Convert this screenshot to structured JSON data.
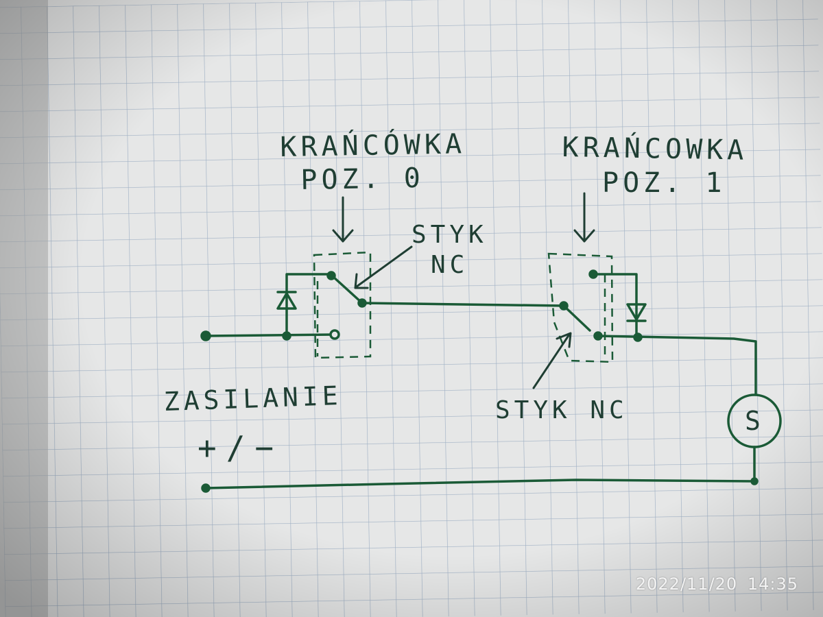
{
  "labels": {
    "switch_left_l1": "KRAŃCÓWKA",
    "switch_left_l2": "POZ. 0",
    "switch_right_l1": "KRAŃCOWKA",
    "switch_right_l2": "POZ. 1",
    "contact_top": "STYK",
    "contact_top_l2": "NC",
    "contact_bottom": "STYK NC",
    "power_l1": "ZASILANIE",
    "power_l2": "+/−",
    "motor": "S"
  },
  "timestamp": "2022/11/20  14:35",
  "colors": {
    "ink": "#1a5a36",
    "paper": "#e6e7e7",
    "grid": "#9fb0c4",
    "text": "#1f3e33"
  }
}
